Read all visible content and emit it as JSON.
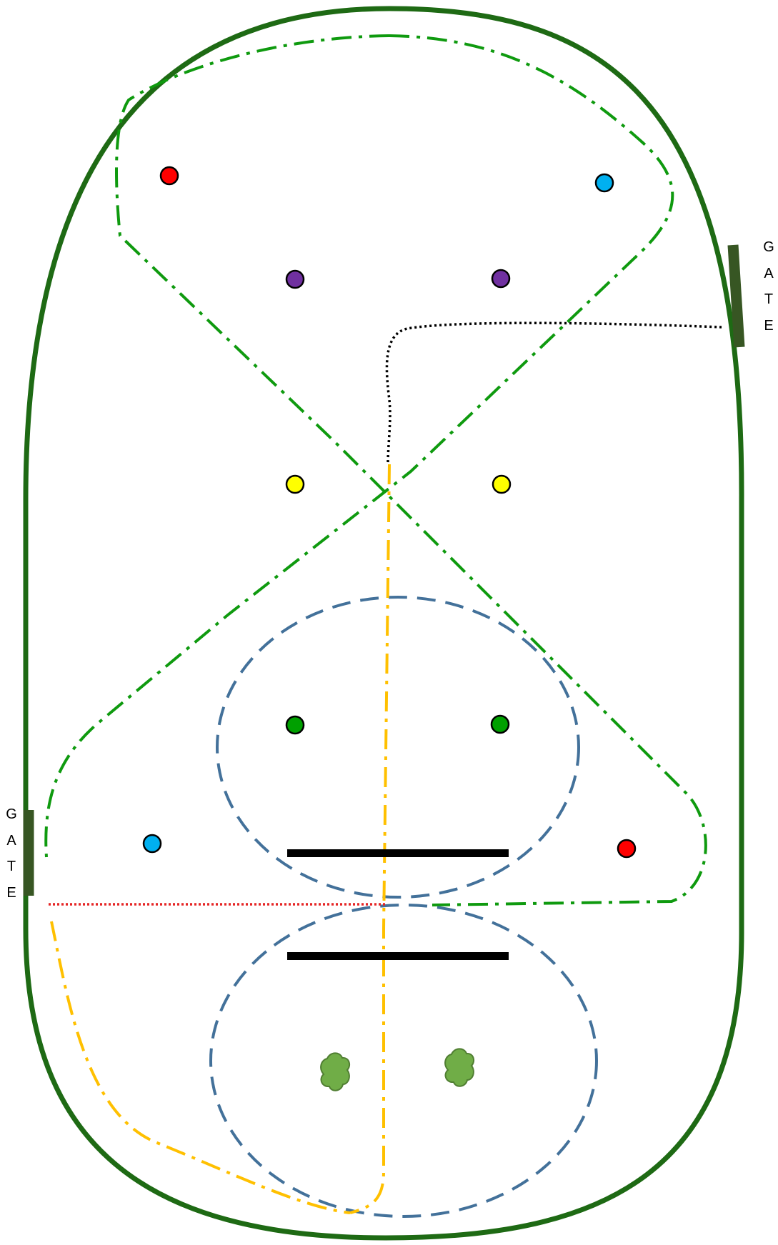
{
  "gates": [
    {
      "id": "gate-right",
      "letters": [
        "G",
        "A",
        "T",
        "E"
      ]
    },
    {
      "id": "gate-left",
      "letters": [
        "G",
        "A",
        "T",
        "E"
      ]
    }
  ],
  "colors": {
    "boundary": "#1e6a14",
    "gate_bar": "#375623",
    "green_route": "#0f9a0f",
    "blue_loop": "#43719a",
    "yellow_route": "#ffc000",
    "black_path": "#000000",
    "red_line": "#e52626",
    "bar": "#000000",
    "tree": "#70ad47",
    "tree_outline": "#507e32"
  },
  "markers": [
    {
      "name": "red-marker-top-left",
      "color": "#ff0000"
    },
    {
      "name": "blue-marker-top-right",
      "color": "#00b0f0"
    },
    {
      "name": "purple-marker-left",
      "color": "#7030a0"
    },
    {
      "name": "purple-marker-right",
      "color": "#7030a0"
    },
    {
      "name": "yellow-marker-left",
      "color": "#ffff00"
    },
    {
      "name": "yellow-marker-right",
      "color": "#ffff00"
    },
    {
      "name": "green-marker-left",
      "color": "#00a000"
    },
    {
      "name": "green-marker-right",
      "color": "#00a000"
    },
    {
      "name": "blue-marker-bottom-left",
      "color": "#00b0f0"
    },
    {
      "name": "red-marker-bottom-right",
      "color": "#ff0000"
    }
  ],
  "icons": [
    "tree-icon",
    "tree-icon"
  ]
}
